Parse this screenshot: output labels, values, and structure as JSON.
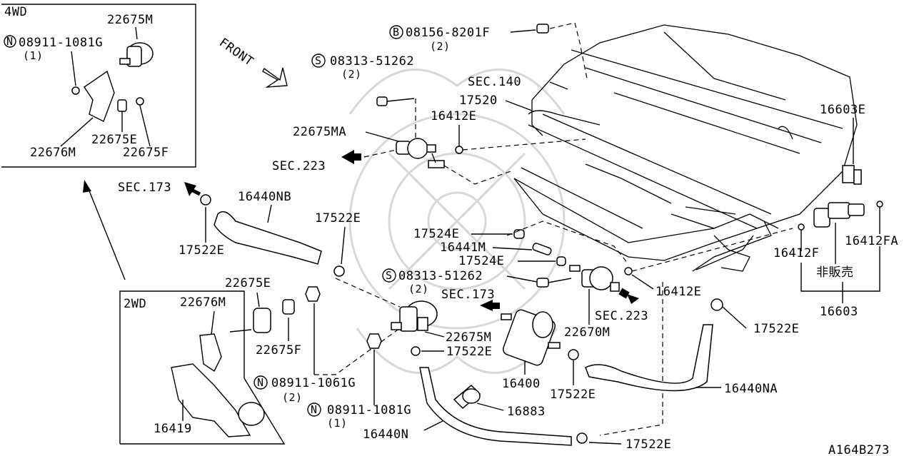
{
  "labels": {
    "fourwd": "4WD",
    "twowd": "2WD",
    "front": "FRONT",
    "sec140": "SEC.140",
    "sec223_a": "SEC.223",
    "sec223_b": "SEC.223",
    "sec173_a": "SEC.173",
    "sec173_b": "SEC.173",
    "p_4wd_22675M": "22675M",
    "p_4wd_N_08911": "08911-1081G",
    "p_4wd_N_qty": "(1)",
    "p_4wd_22675E": "22675E",
    "p_4wd_22675F": "22675F",
    "p_4wd_22676M": "22676M",
    "p_B_08156": "08156-8201F",
    "p_B_qty": "(2)",
    "p_S_08313_top": "08313-51262",
    "p_S_top_qty": "(2)",
    "p_17520": "17520",
    "p_16412E_top": "16412E",
    "p_22675MA": "22675MA",
    "p_16603E": "16603E",
    "p_16440NB": "16440NB",
    "p_17522E_a": "17522E",
    "p_17522E_b": "17522E",
    "p_17524E_a": "17524E",
    "p_16441M": "16441M",
    "p_17524E_b": "17524E",
    "p_S_08313_mid": "08313-51262",
    "p_S_mid_qty": "(2)",
    "p_16412E_mid": "16412E",
    "p_16412F": "16412F",
    "p_16412FA": "16412FA",
    "p_hanbai": "非販売",
    "p_16603": "16603",
    "p_17522E_c": "17522E",
    "p_22670M": "22670M",
    "p_22675M_mid": "22675M",
    "p_17522E_d": "17522E",
    "p_16400": "16400",
    "p_17522E_e": "17522E",
    "p_16440NA": "16440NA",
    "p_2wd_22675E": "22675E",
    "p_2wd_22676M": "22676M",
    "p_2wd_22675F": "22675F",
    "p_N_08911_1061": "08911-1061G",
    "p_N_1061_qty": "(2)",
    "p_N_08911_1081": "08911-1081G",
    "p_N_1081_qty": "(1)",
    "p_16883": "16883",
    "p_16440N": "16440N",
    "p_17522E_f": "17522E",
    "p_16419": "16419",
    "code": "A164B273"
  },
  "callouts": {
    "N": "N",
    "B": "B",
    "S": "S"
  },
  "colors": {
    "line": "#000000",
    "background": "#ffffff",
    "watermark": "#d8d8d8"
  }
}
